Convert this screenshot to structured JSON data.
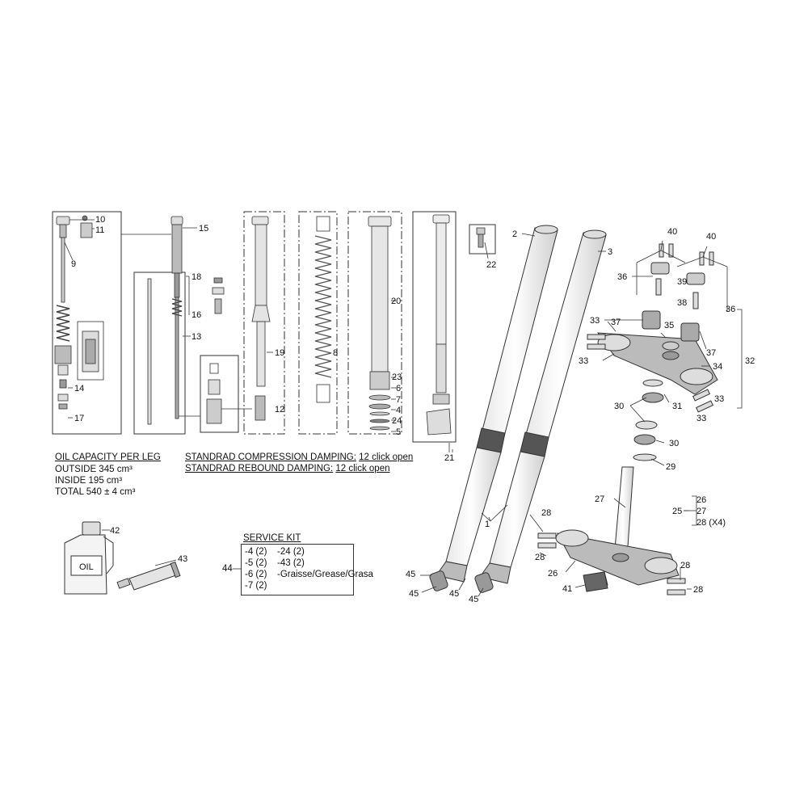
{
  "oil_capacity": {
    "heading": "OIL CAPACITY PER LEG",
    "outside": "OUTSIDE 345 cm³",
    "inside": "INSIDE 195 cm³",
    "total": "TOTAL 540 ± 4 cm³"
  },
  "damping": {
    "compression_label": "STANDRAD COMPRESSION DAMPING:",
    "compression_value": "12 click open",
    "rebound_label": "STANDRAD REBOUND DAMPING:",
    "rebound_value": "12 click open"
  },
  "service_kit": {
    "title": "SERVICE KIT",
    "callout": "44",
    "col1": [
      "-4 (2)",
      "-5 (2)",
      "-6 (2)",
      "-7 (2)"
    ],
    "col2": [
      "-24 (2)",
      "-43 (2)",
      "-Graisse/Grease/Grasa"
    ]
  },
  "oil_bottle_text": "OIL",
  "group_25": {
    "callout": "25",
    "items": [
      "26",
      "27",
      "28 (X4)"
    ]
  },
  "group_32": {
    "callout": "32"
  },
  "callouts": {
    "c1": "1",
    "c2": "2",
    "c3": "3",
    "c4": "4",
    "c5": "5",
    "c6": "6",
    "c7": "7",
    "c8": "8",
    "c9": "9",
    "c10": "10",
    "c11": "11",
    "c12": "12",
    "c13": "13",
    "c14": "14",
    "c15": "15",
    "c16": "16",
    "c17": "17",
    "c18": "18",
    "c19": "19",
    "c20": "20",
    "c21": "21",
    "c22": "22",
    "c23": "23",
    "c24": "24",
    "c26": "26",
    "c27": "27",
    "c28": "28",
    "c29": "29",
    "c30": "30",
    "c31": "31",
    "c33": "33",
    "c34": "34",
    "c35": "35",
    "c36": "36",
    "c37": "37",
    "c38": "38",
    "c39": "39",
    "c40": "40",
    "c41": "41",
    "c42": "42",
    "c43": "43",
    "c45": "45"
  }
}
